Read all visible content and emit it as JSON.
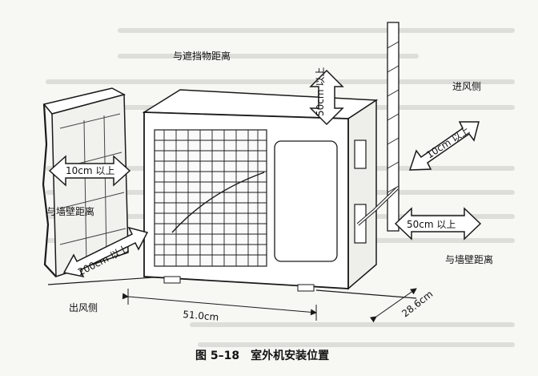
{
  "figure": {
    "caption": "图 5–18　室外机安装位置"
  },
  "labels": {
    "obstacle_distance": "与遮挡物距离",
    "top_clearance": "50cm 以上",
    "inlet_side": "进风侧",
    "right_back_clearance": "10cm 以上",
    "right_side_clearance": "50cm 以上",
    "right_wall_distance": "与墙壁距离",
    "left_back_clearance": "10cm 以上",
    "left_wall_distance": "与墙壁距离",
    "outlet_clearance": "200cm 以上",
    "outlet_side": "出风侧",
    "width_dim": "51.0cm",
    "depth_dim": "28.6cm"
  },
  "colors": {
    "line": "#1a1a1a",
    "background": "#f7f7f4",
    "bleed_text": "#b9b9b5"
  }
}
